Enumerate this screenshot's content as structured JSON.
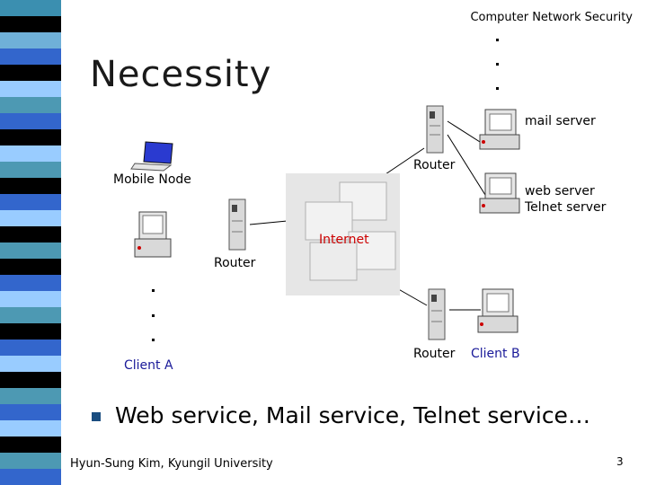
{
  "header": {
    "course": "Computer Network Security"
  },
  "slide": {
    "title": "Necessity",
    "page": "3"
  },
  "diagram": {
    "cloud_label": "Internet",
    "router_label": "Router",
    "mail_server_label": "mail server",
    "web_server_label": "web server",
    "telnet_server_label": "Telnet server",
    "mobile_node_label": "Mobile Node",
    "client_a_label": "Client A",
    "client_b_label": "Client B"
  },
  "bullet": {
    "text": "Web service, Mail service, Telnet service…"
  },
  "footer": {
    "author": "Hyun-Sung Kim, Kyungil University"
  },
  "colors": {
    "stripe_dark": "#000000",
    "stripe_blue": "#3366cc",
    "stripe_light": "#99ccff",
    "stripe_teal": "#4d99b3",
    "cloud": "#e6e6e6",
    "accent_red": "#cc0000"
  }
}
